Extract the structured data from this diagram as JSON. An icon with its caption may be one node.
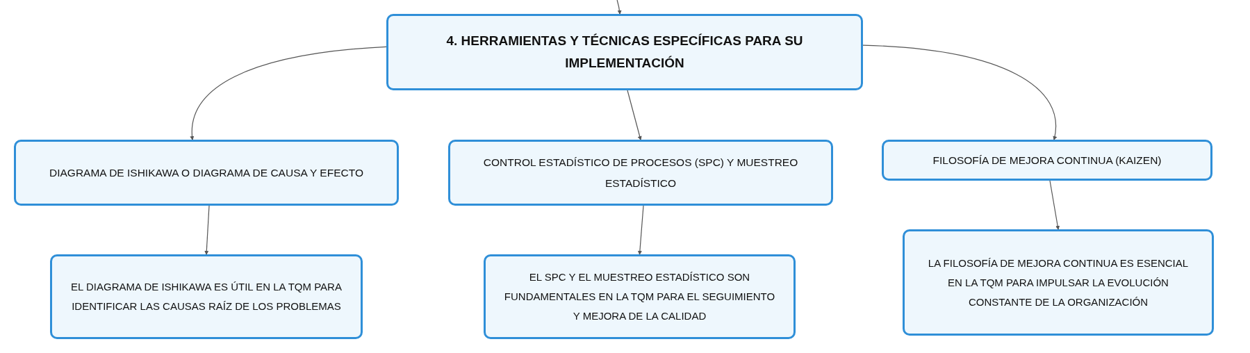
{
  "diagram": {
    "nodes": [
      {
        "text": [
          "4. HERRAMIENTAS Y TÉCNICAS ESPECÍFICAS PARA SU IMPLEMENTACIÓN"
        ]
      },
      {
        "text": [
          "DIAGRAMA DE ISHIKAWA O DIAGRAMA DE CAUSA Y EFECTO"
        ]
      },
      {
        "text": [
          "CONTROL ESTADÍSTICO DE PROCESOS (SPC) Y MUESTREO ESTADÍSTICO"
        ]
      },
      {
        "text": [
          "FILOSOFÍA DE MEJORA CONTINUA (KAIZEN)"
        ]
      },
      {
        "text": [
          "EL DIAGRAMA DE ISHIKAWA ES ÚTIL EN LA TQM PARA IDENTIFICAR LAS CAUSAS RAÍZ DE LOS PROBLEMAS"
        ]
      },
      {
        "text": [
          "EL SPC Y EL MUESTREO ESTADÍSTICO SON FUNDAMENTALES EN LA TQM PARA EL SEGUIMIENTO Y MEJORA DE LA CALIDAD"
        ]
      },
      {
        "text": [
          "LA FILOSOFÍA DE MEJORA CONTINUA ES ESENCIAL EN LA TQM PARA IMPULSAR LA EVOLUCIÓN CONSTANTE DE LA ORGANIZACIÓN"
        ]
      }
    ],
    "edges": [
      {
        "from": null,
        "to": 0,
        "arrow": "to"
      },
      {
        "from": 0,
        "to": 1,
        "arrow": "to"
      },
      {
        "from": 0,
        "to": 2,
        "arrow": "to"
      },
      {
        "from": 0,
        "to": 3,
        "arrow": "to"
      },
      {
        "from": 1,
        "to": 4,
        "arrow": "to"
      },
      {
        "from": 2,
        "to": 5,
        "arrow": "to"
      },
      {
        "from": 3,
        "to": 6,
        "arrow": "to"
      }
    ]
  }
}
